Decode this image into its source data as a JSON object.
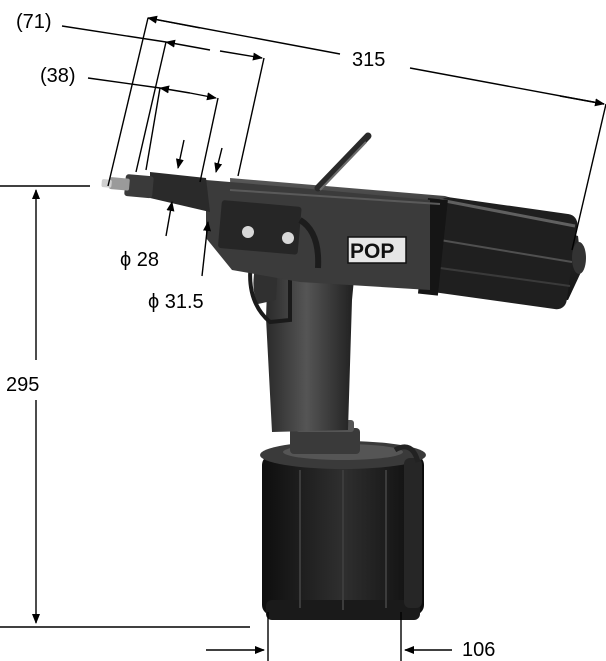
{
  "dimensions": {
    "overall_length": "315",
    "nose_offset_outer": "(71)",
    "nose_offset_inner": "(38)",
    "height": "295",
    "base_width": "106",
    "nose_diameter_small": "ϕ 28",
    "nose_diameter_large": "ϕ 31.5"
  },
  "product": {
    "brand_label": "POP"
  },
  "colors": {
    "line": "#000000",
    "tool_dark": "#2b2b2b",
    "tool_mid": "#4a4a4a",
    "tool_light": "#6a6a6a",
    "label_bg": "#e6e6e6"
  }
}
